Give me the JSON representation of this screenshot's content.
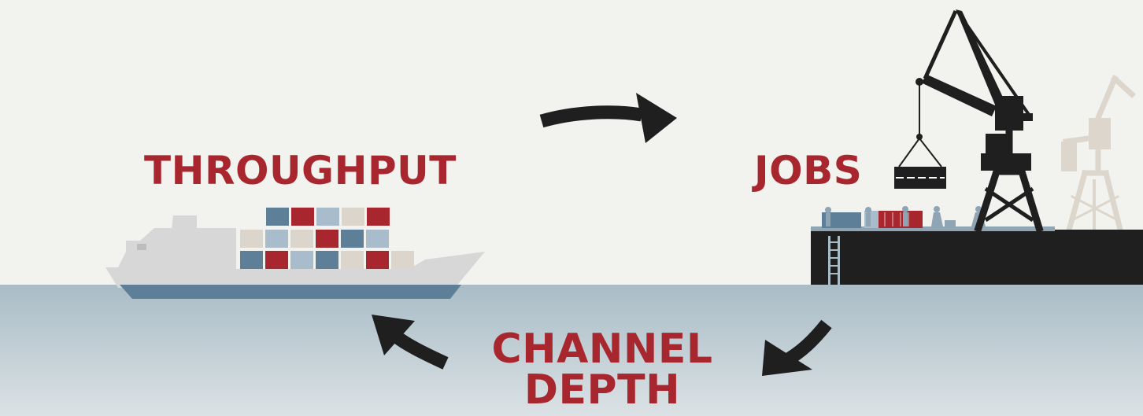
{
  "labels": {
    "throughput": "THROUGHPUT",
    "jobs": "JOBS",
    "channel_line1": "CHANNEL",
    "channel_line2": "DEPTH"
  },
  "colors": {
    "sky": "#f2f2ee",
    "water_top": "#a9bcc6",
    "water_bottom": "#dbe2e5",
    "accent_red": "#a8262e",
    "container_blue": "#5d7f97",
    "container_light_blue": "#a8bccb",
    "container_beige": "#dcd5cc",
    "ship_hull": "#d7d7d7",
    "ship_stripe": "#5d7f97",
    "silhouette": "#1f1f1f",
    "ghost_crane": "#ddd6cc"
  },
  "icons": [
    "container-ship-icon",
    "harbor-crane-icon",
    "dock-icon",
    "cycle-arrow-icon"
  ],
  "containers": [
    [
      "blue",
      "red",
      "lightblue",
      "beige",
      "red"
    ],
    [
      "beige",
      "lightblue",
      "beige",
      "red",
      "blue",
      "lightblue"
    ],
    [
      "blue",
      "red",
      "lightblue",
      "blue",
      "beige",
      "red",
      "beige"
    ]
  ]
}
